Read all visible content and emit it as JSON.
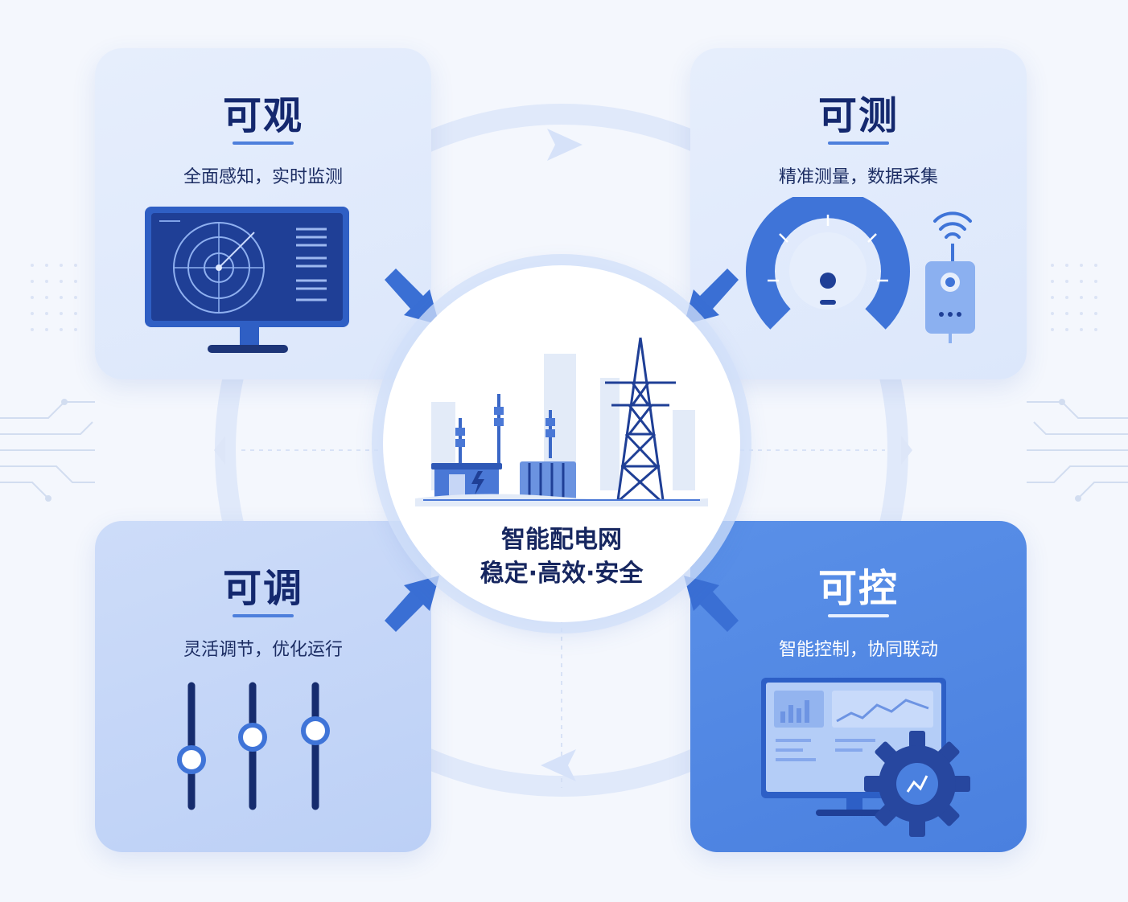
{
  "center": {
    "title": "智能配电网",
    "subtitle": "稳定·高效·安全"
  },
  "cards": [
    {
      "title": "可观",
      "subtitle": "全面感知，实时监测",
      "icon": "radar-monitor-icon"
    },
    {
      "title": "可测",
      "subtitle": "精准测量，数据采集",
      "icon": "gauge-sensor-icon"
    },
    {
      "title": "可调",
      "subtitle": "灵活调节，优化运行",
      "icon": "slider-controls-icon"
    },
    {
      "title": "可控",
      "subtitle": "智能控制，协同联动",
      "icon": "dashboard-gear-icon"
    }
  ],
  "center_icon": "substation-tower-icon",
  "colors": {
    "primary": "#2f62cf",
    "dark_navy": "#14286e",
    "card_light": "#e3ecfc",
    "card_mid": "#c5d7f8",
    "card_accent": "#4d86e3"
  }
}
